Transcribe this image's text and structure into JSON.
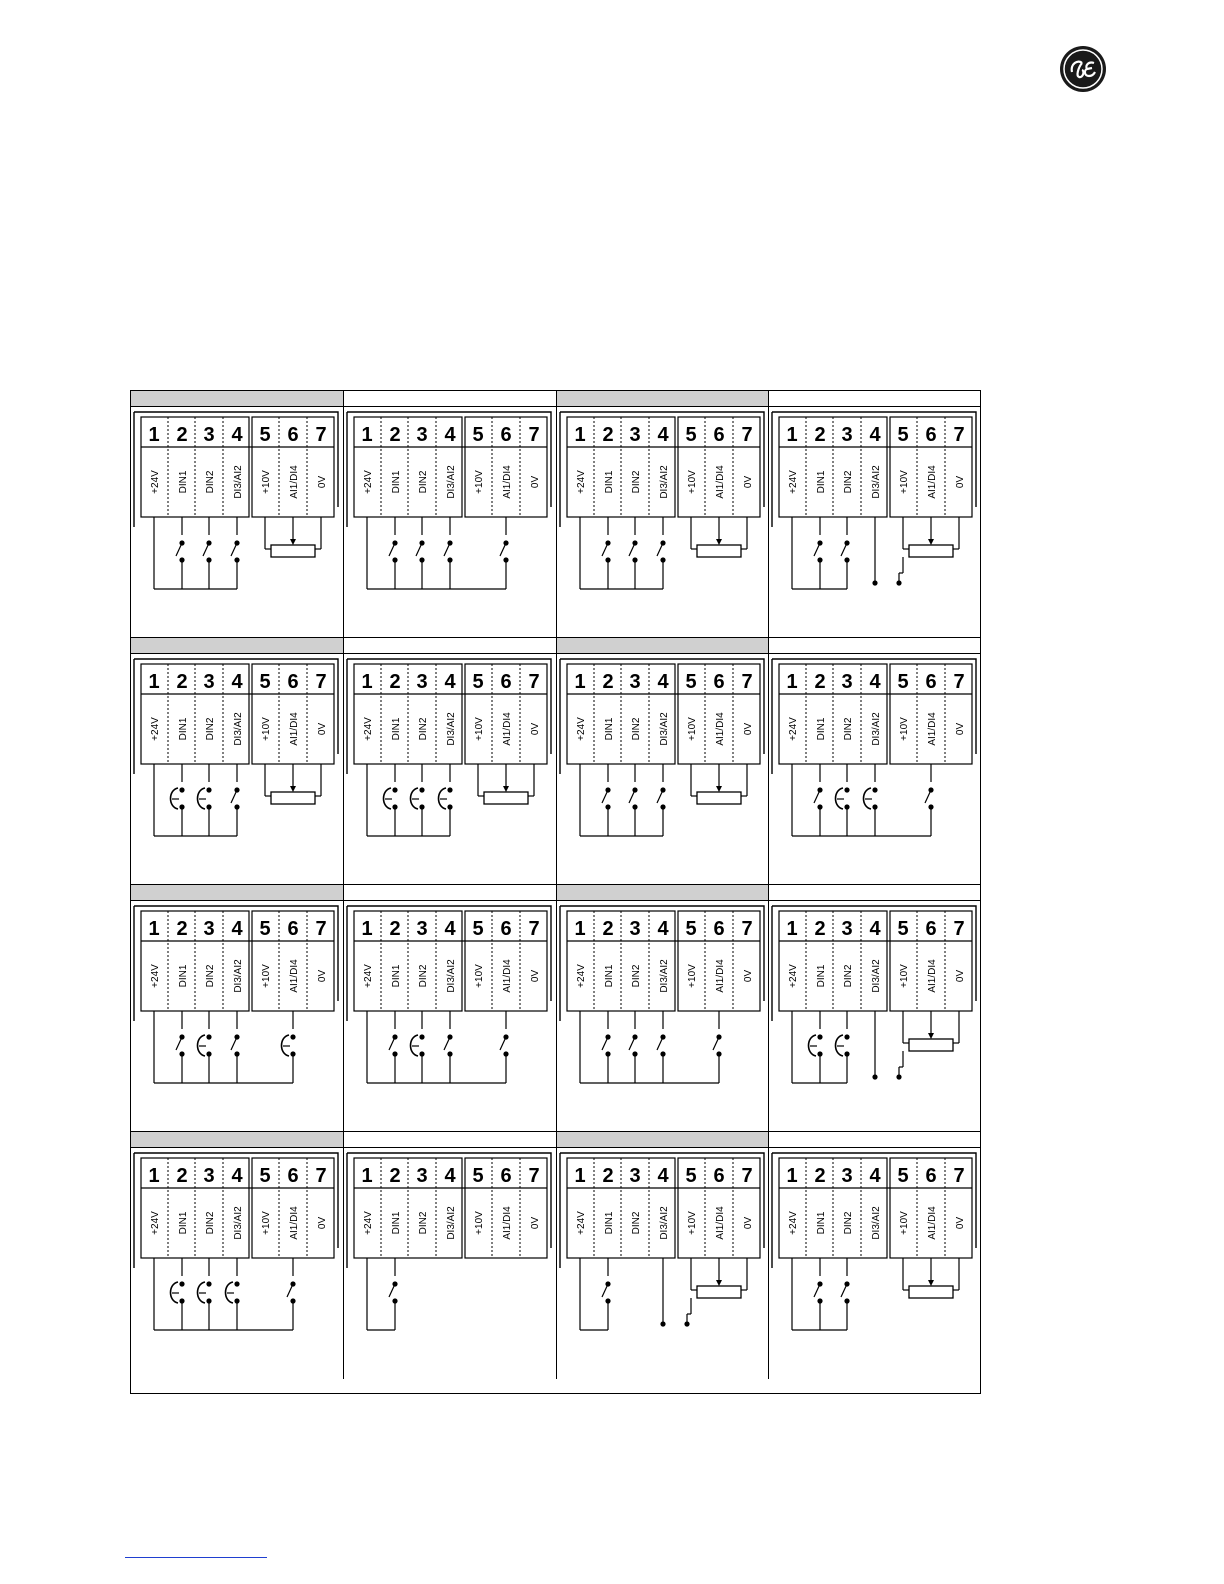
{
  "brand": {
    "logo_icon": "ge-monogram-icon",
    "color": "#1a1a1a"
  },
  "colors": {
    "header_shaded": "#d0d0d0",
    "header_plain": "#ffffff",
    "line": "#000000",
    "footer_link": "#1f3fd0"
  },
  "terminals": {
    "numbers": [
      "1",
      "2",
      "3",
      "4",
      "5",
      "6",
      "7"
    ],
    "labels": [
      "+24V",
      "DIN1",
      "DIN2",
      "DI3/AI2",
      "+10V",
      "AI1/DI4",
      "0V"
    ]
  },
  "diagrams": [
    {
      "header_shaded": true
    },
    {
      "header_shaded": false
    },
    {
      "header_shaded": true
    },
    {
      "header_shaded": false
    },
    {
      "header_shaded": true
    },
    {
      "header_shaded": false
    },
    {
      "header_shaded": true
    },
    {
      "header_shaded": false
    },
    {
      "header_shaded": true
    },
    {
      "header_shaded": false
    },
    {
      "header_shaded": true
    },
    {
      "header_shaded": false
    },
    {
      "header_shaded": true
    },
    {
      "header_shaded": false
    },
    {
      "header_shaded": true
    },
    {
      "header_shaded": false
    }
  ]
}
